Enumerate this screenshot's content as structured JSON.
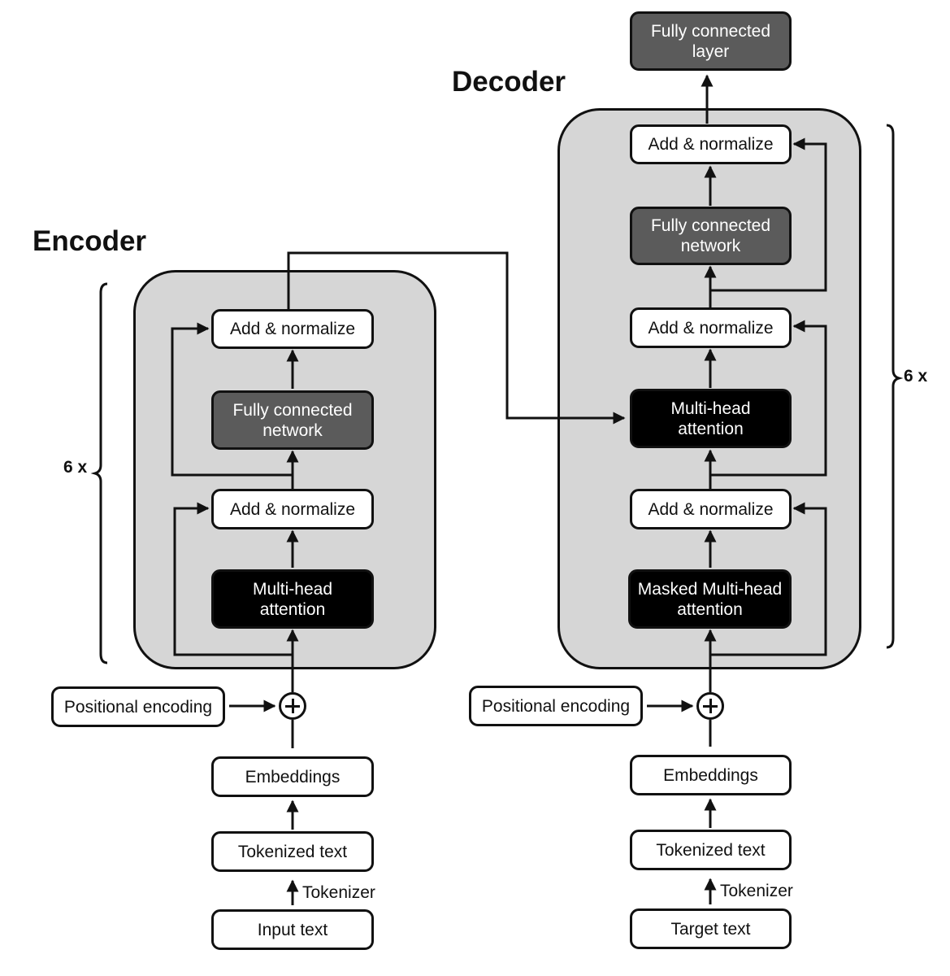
{
  "encoder": {
    "title": "Encoder",
    "repeat": "6 x",
    "add_norm_top": "Add & normalize",
    "ffn": "Fully connected\nnetwork",
    "add_norm_bottom": "Add & normalize",
    "mha": "Multi-head\nattention",
    "positional": "Positional encoding",
    "embeddings": "Embeddings",
    "tokenized": "Tokenized text",
    "tokenizer": "Tokenizer",
    "input": "Input text"
  },
  "decoder": {
    "title": "Decoder",
    "repeat": "6 x",
    "fc_layer": "Fully connected\nlayer",
    "add_norm_top": "Add & normalize",
    "ffn": "Fully connected\nnetwork",
    "add_norm_mid": "Add & normalize",
    "mha": "Multi-head\nattention",
    "add_norm_bottom": "Add & normalize",
    "masked_mha": "Masked Multi-head\nattention",
    "positional": "Positional encoding",
    "embeddings": "Embeddings",
    "tokenized": "Tokenized text",
    "tokenizer": "Tokenizer",
    "input": "Target text"
  },
  "colors": {
    "panel": "#d6d6d6",
    "line": "#111111",
    "gray_box": "#5b5b5b",
    "black_box": "#000000"
  }
}
